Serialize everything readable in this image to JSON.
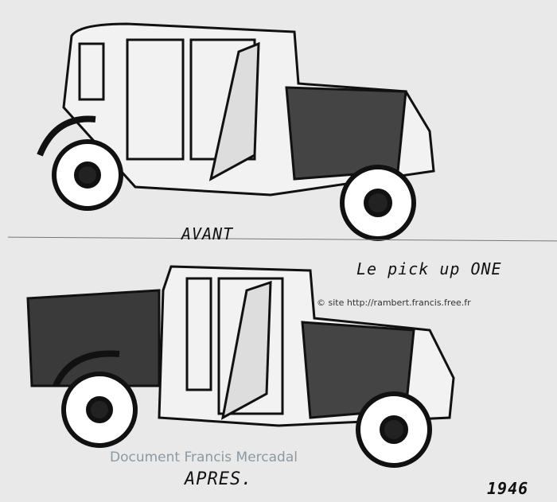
{
  "labels": {
    "before": "AVANT",
    "title": "Le pick up ONE",
    "after": "APRES.",
    "year": "1946"
  },
  "watermarks": {
    "site": "© site http://rambert.francis.free.fr",
    "document": "Document Francis Mercadal"
  }
}
